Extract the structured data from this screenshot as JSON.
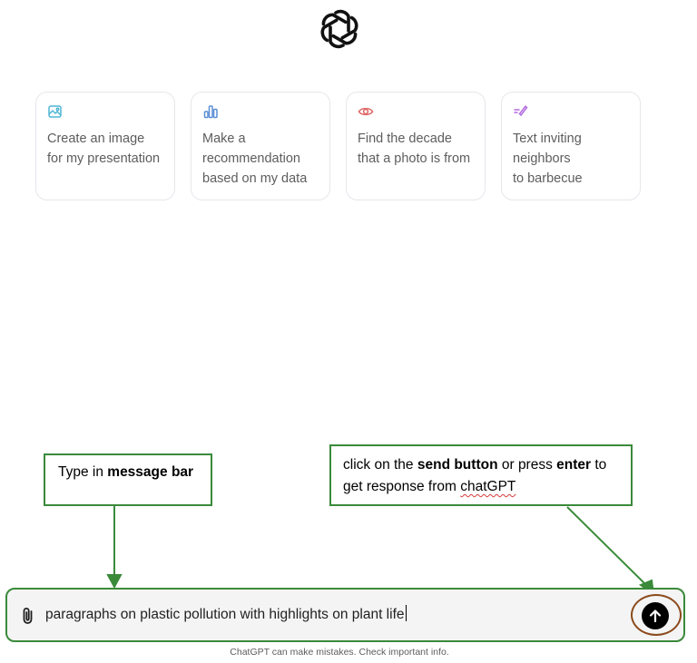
{
  "logo": {
    "icon": "openai-logo-icon"
  },
  "suggestions": [
    {
      "text": "Create an image\nfor my presentation",
      "icon": "image-icon",
      "icon_color": "#4fb6d6"
    },
    {
      "text": "Make a\nrecommendation\nbased on my data",
      "icon": "bar-chart-icon",
      "icon_color": "#5b8fd6"
    },
    {
      "text": "Find the decade\nthat a photo is from",
      "icon": "eye-icon",
      "icon_color": "#e06a6a"
    },
    {
      "text": "Text inviting\nneighbors\nto barbecue",
      "icon": "pen-icon",
      "icon_color": "#b36be0"
    }
  ],
  "annotations": {
    "left": {
      "prefix": "Type in ",
      "bold": "message bar"
    },
    "right": {
      "p1": "click on the ",
      "bold1": "send button",
      "p2": " or press ",
      "bold2": "enter",
      "p3": " to get response from ",
      "squiggle": "chatGPT"
    },
    "border_color": "#3a8a3a"
  },
  "composer": {
    "value": "paragraphs on plastic pollution with highlights on plant life",
    "attach_icon": "paperclip-icon",
    "send_icon": "arrow-up-icon",
    "highlight_color": "#8b4a1c"
  },
  "footer": {
    "disclaimer": "ChatGPT can make mistakes. Check important info."
  }
}
